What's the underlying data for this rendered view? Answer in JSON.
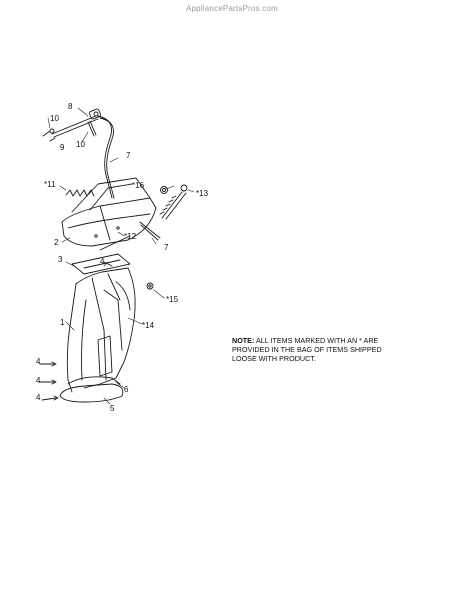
{
  "watermark": "AppliancePartsPros.com",
  "callouts": {
    "c8": "8",
    "c10a": "10",
    "c9": "9",
    "c10b": "10",
    "c7a": "7",
    "c11": "*11",
    "c16": "*16",
    "c13": "*13",
    "c2": "2",
    "c12": "*12",
    "c7b": "7",
    "c3": "3",
    "c4a": "4",
    "c15": "*15",
    "c1": "1",
    "c14": "*14",
    "c4b": "4",
    "c4c": "4",
    "c4d": "4",
    "c6": "6",
    "c5": "5"
  },
  "note": {
    "label": "NOTE:",
    "text": "ALL ITEMS MARKED WITH AN * ARE PROVIDED IN THE BAG OF ITEMS SHIPPED LOOSE WITH PRODUCT."
  }
}
